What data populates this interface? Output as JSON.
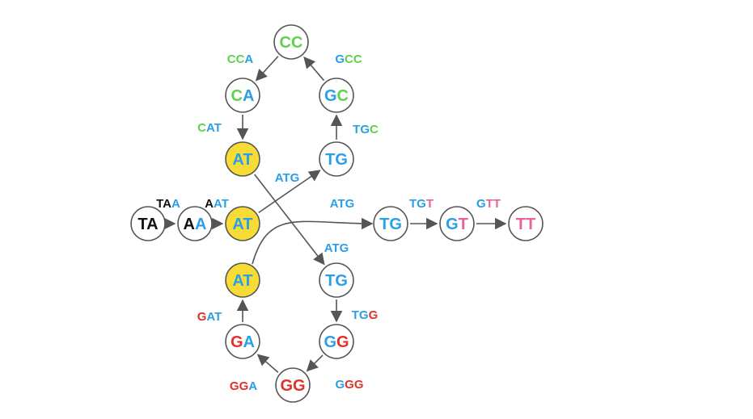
{
  "colors": {
    "black": "#111111",
    "blue": "#2a9fe6",
    "green": "#5fd14a",
    "red": "#e2302a",
    "pink": "#e9609c",
    "highlight": "#f7dc35",
    "stroke": "#555555"
  },
  "nodes": [
    {
      "id": "ta",
      "label": "TA",
      "parts": [
        [
          "T",
          "black"
        ],
        [
          "A",
          "black"
        ]
      ],
      "highlighted": false
    },
    {
      "id": "aa",
      "label": "AA",
      "parts": [
        [
          "A",
          "black"
        ],
        [
          "A",
          "blue"
        ]
      ],
      "highlighted": false
    },
    {
      "id": "at_mid",
      "label": "AT",
      "parts": [
        [
          "A",
          "blue"
        ],
        [
          "T",
          "blue"
        ]
      ],
      "highlighted": true
    },
    {
      "id": "at_top",
      "label": "AT",
      "parts": [
        [
          "A",
          "blue"
        ],
        [
          "T",
          "blue"
        ]
      ],
      "highlighted": true
    },
    {
      "id": "at_bot",
      "label": "AT",
      "parts": [
        [
          "A",
          "blue"
        ],
        [
          "T",
          "blue"
        ]
      ],
      "highlighted": true
    },
    {
      "id": "ca",
      "label": "CA",
      "parts": [
        [
          "C",
          "green"
        ],
        [
          "A",
          "blue"
        ]
      ],
      "highlighted": false
    },
    {
      "id": "cc",
      "label": "CC",
      "parts": [
        [
          "C",
          "green"
        ],
        [
          "C",
          "green"
        ]
      ],
      "highlighted": false
    },
    {
      "id": "gc",
      "label": "GC",
      "parts": [
        [
          "G",
          "blue"
        ],
        [
          "C",
          "green"
        ]
      ],
      "highlighted": false
    },
    {
      "id": "tg_top",
      "label": "TG",
      "parts": [
        [
          "T",
          "blue"
        ],
        [
          "G",
          "blue"
        ]
      ],
      "highlighted": false
    },
    {
      "id": "tg_right",
      "label": "TG",
      "parts": [
        [
          "T",
          "blue"
        ],
        [
          "G",
          "blue"
        ]
      ],
      "highlighted": false
    },
    {
      "id": "gt",
      "label": "GT",
      "parts": [
        [
          "G",
          "blue"
        ],
        [
          "T",
          "pink"
        ]
      ],
      "highlighted": false
    },
    {
      "id": "tt",
      "label": "TT",
      "parts": [
        [
          "T",
          "pink"
        ],
        [
          "T",
          "pink"
        ]
      ],
      "highlighted": false
    },
    {
      "id": "tg_bot",
      "label": "TG",
      "parts": [
        [
          "T",
          "blue"
        ],
        [
          "G",
          "blue"
        ]
      ],
      "highlighted": false
    },
    {
      "id": "gg_upper",
      "label": "GG",
      "parts": [
        [
          "G",
          "blue"
        ],
        [
          "G",
          "red"
        ]
      ],
      "highlighted": false
    },
    {
      "id": "gg_lower",
      "label": "GG",
      "parts": [
        [
          "G",
          "red"
        ],
        [
          "G",
          "red"
        ]
      ],
      "highlighted": false
    },
    {
      "id": "ga",
      "label": "GA",
      "parts": [
        [
          "G",
          "red"
        ],
        [
          "A",
          "blue"
        ]
      ],
      "highlighted": false
    }
  ],
  "edges": [
    {
      "from": "ta",
      "to": "aa",
      "curve": false,
      "label": "TAA",
      "parts": [
        [
          "TA",
          "black"
        ],
        [
          "A",
          "blue"
        ]
      ]
    },
    {
      "from": "aa",
      "to": "at_mid",
      "curve": false,
      "label": "AAT",
      "parts": [
        [
          "A",
          "black"
        ],
        [
          "AT",
          "blue"
        ]
      ]
    },
    {
      "from": "at_mid",
      "to": "tg_top",
      "curve": false,
      "label": "ATG",
      "parts": [
        [
          "ATG",
          "blue"
        ]
      ]
    },
    {
      "from": "at_top",
      "to": "tg_bot",
      "curve": false,
      "label": "ATG",
      "parts": [
        [
          "ATG",
          "blue"
        ]
      ]
    },
    {
      "from": "at_bot",
      "to": "tg_right",
      "curve": true,
      "label": "ATG",
      "parts": [
        [
          "ATG",
          "blue"
        ]
      ]
    },
    {
      "from": "tg_top",
      "to": "gc",
      "curve": false,
      "label": "TGC",
      "parts": [
        [
          "TG",
          "blue"
        ],
        [
          "C",
          "green"
        ]
      ]
    },
    {
      "from": "gc",
      "to": "cc",
      "curve": false,
      "label": "GCC",
      "parts": [
        [
          "G",
          "blue"
        ],
        [
          "CC",
          "green"
        ]
      ]
    },
    {
      "from": "cc",
      "to": "ca",
      "curve": false,
      "label": "CCA",
      "parts": [
        [
          "CC",
          "green"
        ],
        [
          "A",
          "blue"
        ]
      ]
    },
    {
      "from": "ca",
      "to": "at_top",
      "curve": false,
      "label": "CAT",
      "parts": [
        [
          "C",
          "green"
        ],
        [
          "AT",
          "blue"
        ]
      ]
    },
    {
      "from": "tg_right",
      "to": "gt",
      "curve": false,
      "label": "TGT",
      "parts": [
        [
          "TG",
          "blue"
        ],
        [
          "T",
          "pink"
        ]
      ]
    },
    {
      "from": "gt",
      "to": "tt",
      "curve": false,
      "label": "GTT",
      "parts": [
        [
          "G",
          "blue"
        ],
        [
          "TT",
          "pink"
        ]
      ]
    },
    {
      "from": "tg_bot",
      "to": "gg_upper",
      "curve": false,
      "label": "TGG",
      "parts": [
        [
          "TG",
          "blue"
        ],
        [
          "G",
          "red"
        ]
      ]
    },
    {
      "from": "gg_upper",
      "to": "gg_lower",
      "curve": false,
      "label": "GGG",
      "parts": [
        [
          "G",
          "blue"
        ],
        [
          "GG",
          "red"
        ]
      ]
    },
    {
      "from": "gg_lower",
      "to": "ga",
      "curve": false,
      "label": "GGA",
      "parts": [
        [
          "GG",
          "red"
        ],
        [
          "A",
          "blue"
        ]
      ]
    },
    {
      "from": "ga",
      "to": "at_bot",
      "curve": false,
      "label": "GAT",
      "parts": [
        [
          "G",
          "red"
        ],
        [
          "AT",
          "blue"
        ]
      ]
    }
  ]
}
